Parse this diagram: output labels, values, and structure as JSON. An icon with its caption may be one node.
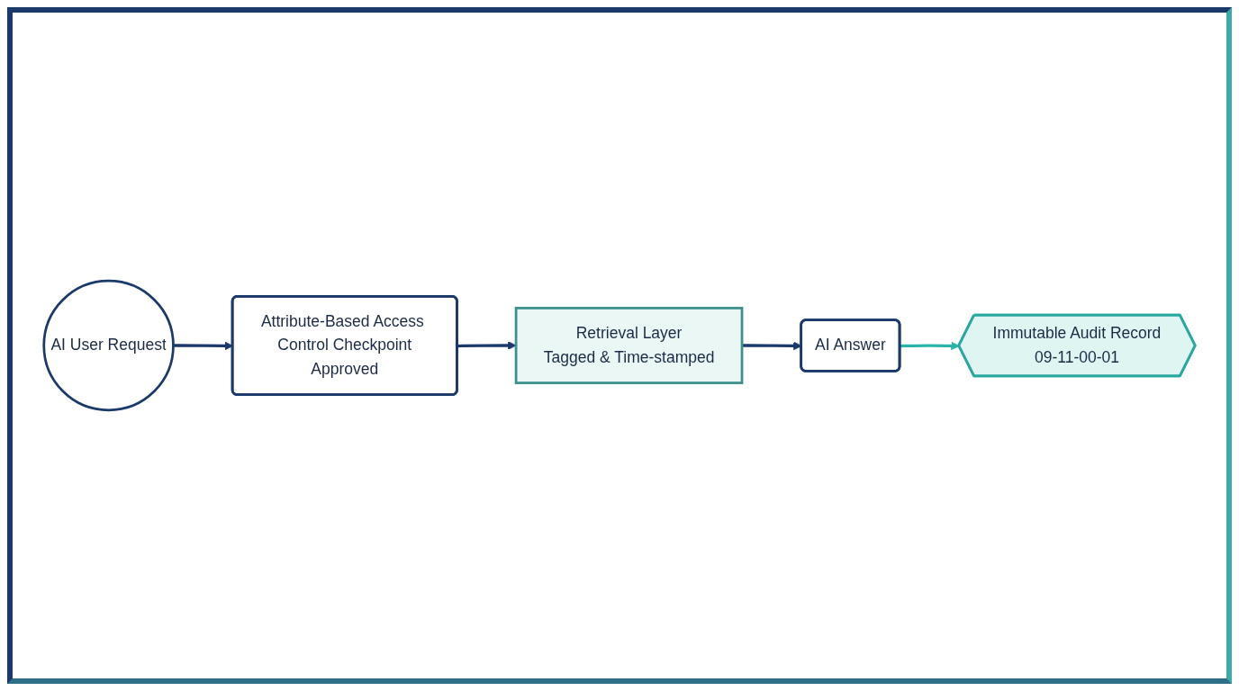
{
  "diagram": {
    "nodes": [
      {
        "text": [
          "AI User Request"
        ]
      },
      {
        "text": [
          "Attribute-Based Access Control Checkpoint",
          "Approved"
        ]
      },
      {
        "text": [
          "Retrieval Layer",
          "Tagged & Time-stamped"
        ]
      },
      {
        "text": [
          "AI Answer"
        ]
      },
      {
        "text": [
          "Immutable Audit Record",
          "09-11-00-01"
        ]
      }
    ],
    "edges": [
      {
        "from": 0,
        "to": 1,
        "arrow": "to"
      },
      {
        "from": 1,
        "to": 2,
        "arrow": "to"
      },
      {
        "from": 2,
        "to": 3,
        "arrow": "to"
      },
      {
        "from": 3,
        "to": 4,
        "arrow": "to",
        "color": "#2ab3a8"
      }
    ]
  }
}
